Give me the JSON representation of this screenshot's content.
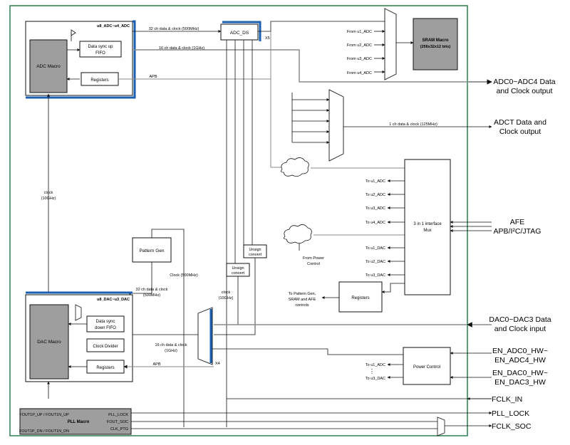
{
  "colors": {
    "frame": "#2e7d4f",
    "macro_fill": "#9e9e9e",
    "block_stroke": "#111111",
    "highlight": "#1a5fb4",
    "wire": "#222222",
    "bus": "#8a8a8a",
    "background": "#ffffff"
  },
  "blocks": {
    "adc_wrapper_title": "u8_ADC~u4_ADC",
    "adc_macro": "ADC Macro",
    "adc_fifo_l1": "Data sync up",
    "adc_fifo_l2": "FIFO",
    "adc_registers": "Registers",
    "adc_ds": "ADC_DS",
    "sram_l1": "SRAM Macro",
    "sram_l2": "(256x32x12 bits)",
    "pattern_gen": "Pattern Gen",
    "unsign1_l1": "Unsign",
    "unsign1_l2": "convert",
    "unsign2_l1": "Unsign",
    "unsign2_l2": "convert",
    "dac_wrapper_title": "u8_DAC~u3_DAC",
    "dac_macro": "DAC Macro",
    "dac_fifo_l1": "Data sync",
    "dac_fifo_l2": "down FIFO",
    "clock_divider": "Clock Divider",
    "dac_registers": "Registers",
    "interface_mux_l1": "3 in 1 interface",
    "interface_mux_l2": "Mux",
    "right_registers": "Registers",
    "power_control": "Power Control",
    "pll_l1": "FOUT1P_UP / FOUT1N_UP",
    "pll_l2": "PLL Macro",
    "pll_l3": "FOUT1P_DN / FOUT1N_DN",
    "pll_lock_pin": "PLL_LOCK",
    "fout_soc_pin": "FOUT_SOC",
    "clk_ptg_pin": "CLK_PTG"
  },
  "labels": {
    "ch32_top": "32 ch data & clock (500MHz)",
    "ch16_top": "16 ch data & clock (1GHz)",
    "x5": "X5",
    "from_u1": "From u1_ADC",
    "from_u2": "From u2_ADC",
    "from_u3": "From u3_ADC",
    "from_u4": "From u4_ADC",
    "apb_top": "APB",
    "clock_10g_l1": "clock",
    "clock_10g_l2": "(10GHz)",
    "ch1": "1 ch data & clock (125MHz)",
    "to_u1_adc": "To u1_ADC",
    "to_u2_adc": "To u2_ADC",
    "to_u3_adc": "To u3_ADC",
    "to_u4_adc": "To u4_ADC",
    "from_power_l1": "From Power",
    "from_power_l2": "Control",
    "to_u1_dac": "To u1_DAC",
    "to_u2_dac": "To u2_DAC",
    "to_u3_dac": "To u3_DAC",
    "clock_500": "Clock (500MHz)",
    "ch32_dac_l1": "32 ch data & clock",
    "ch32_dac_l2": "(500MHz)",
    "clock_10g_mid_l1": "clock",
    "clock_10g_mid_l2": "(10GHz)",
    "to_pattern_l1": "To Pattern Gen,",
    "to_pattern_l2": "SRAM and AFE",
    "to_pattern_l3": "controls",
    "ch16_dac_l1": "16 ch data & clock",
    "ch16_dac_l2": "(1GHz)",
    "x4": "X4",
    "apb_bottom": "APB",
    "pc_to_u1_adc": "To u1_ADC",
    "pc_dots": "⋮",
    "pc_to_u3_dac": "To u3_DAC"
  },
  "io": {
    "adc_out_l1": "ADC0~ADC4 Data",
    "adc_out_l2": "and Clock output",
    "adct_l1": "ADCT Data and",
    "adct_l2": "Clock output",
    "afe_l1": "AFE",
    "afe_l2": "APB/I²C/JTAG",
    "dac_in_l1": "DAC0~DAC3 Data",
    "dac_in_l2": "and Clock input",
    "en_adc_l1": "EN_ADC0_HW~",
    "en_adc_l2": "EN_ADC4_HW",
    "en_dac_l1": "EN_DAC0_HW~",
    "en_dac_l2": "EN_DAC3_HW",
    "fclk_in": "FCLK_IN",
    "pll_lock": "PLL_LOCK",
    "fclk_soc": "FCLK_SOC"
  }
}
